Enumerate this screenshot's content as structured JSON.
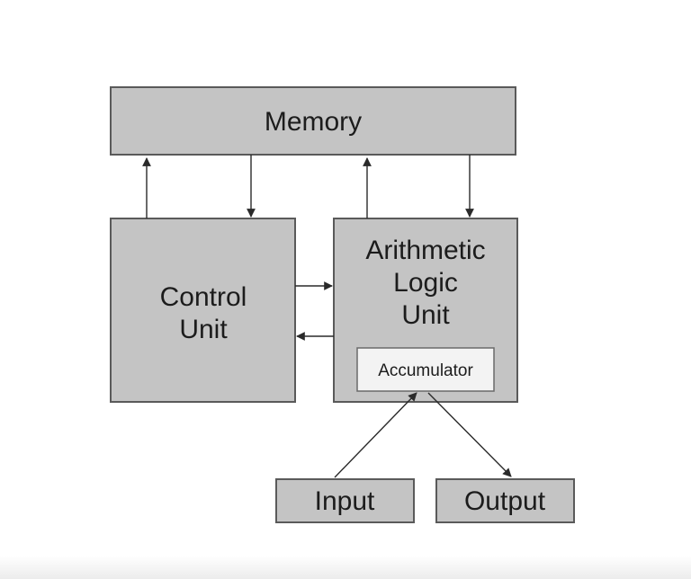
{
  "diagram": {
    "memory": {
      "label": "Memory"
    },
    "control_unit": {
      "lines": [
        "Control",
        "Unit"
      ]
    },
    "alu": {
      "lines": [
        "Arithmetic",
        "Logic",
        "Unit"
      ]
    },
    "accumulator": {
      "label": "Accumulator"
    },
    "input": {
      "label": "Input"
    },
    "output": {
      "label": "Output"
    }
  }
}
